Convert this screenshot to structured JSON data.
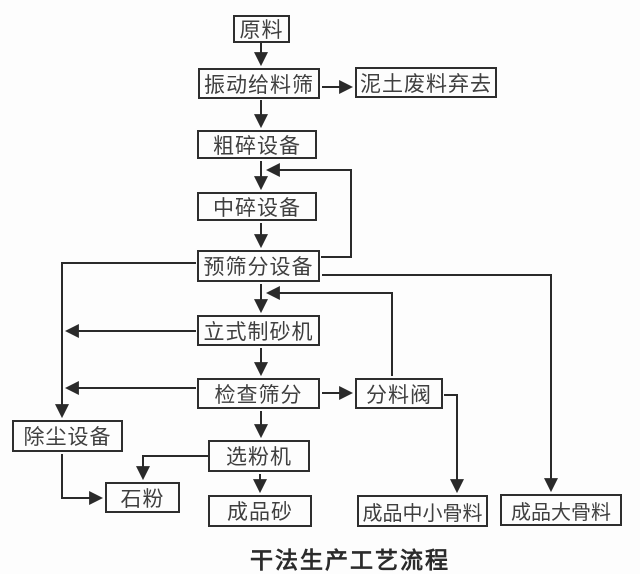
{
  "diagram": {
    "caption": "干法生产工艺流程",
    "line_color": "#2a2a2a",
    "box_border_color": "#2e2e2e",
    "background_color": "#fdfdfd",
    "nodes": {
      "raw-material": {
        "label": "原料"
      },
      "vibrating-feeder-screen": {
        "label": "振动给料筛"
      },
      "waste-soil-discard": {
        "label": "泥土废料弃去"
      },
      "coarse-crusher": {
        "label": "粗碎设备"
      },
      "medium-crusher": {
        "label": "中碎设备"
      },
      "pre-screening": {
        "label": "预筛分设备"
      },
      "vertical-sand-maker": {
        "label": "立式制砂机"
      },
      "check-screening": {
        "label": "检查筛分"
      },
      "splitter-valve": {
        "label": "分料阀"
      },
      "dust-collector": {
        "label": "除尘设备"
      },
      "powder-separator": {
        "label": "选粉机"
      },
      "stone-powder": {
        "label": "石粉"
      },
      "finished-sand": {
        "label": "成品砂"
      },
      "finished-mid-small-aggregate": {
        "label": "成品中小骨料"
      },
      "finished-large-aggregate": {
        "label": "成品大骨料"
      }
    },
    "edges": [
      {
        "from": "raw-material",
        "to": "vibrating-feeder-screen"
      },
      {
        "from": "vibrating-feeder-screen",
        "to": "waste-soil-discard"
      },
      {
        "from": "vibrating-feeder-screen",
        "to": "coarse-crusher"
      },
      {
        "from": "coarse-crusher",
        "to": "medium-crusher"
      },
      {
        "from": "medium-crusher",
        "to": "pre-screening"
      },
      {
        "from": "pre-screening",
        "to": "medium-crusher"
      },
      {
        "from": "pre-screening",
        "to": "vertical-sand-maker"
      },
      {
        "from": "pre-screening",
        "to": "dust-collector"
      },
      {
        "from": "pre-screening",
        "to": "finished-large-aggregate"
      },
      {
        "from": "vertical-sand-maker",
        "to": "check-screening"
      },
      {
        "from": "vertical-sand-maker",
        "to": "dust-collector"
      },
      {
        "from": "check-screening",
        "to": "splitter-valve"
      },
      {
        "from": "check-screening",
        "to": "dust-collector"
      },
      {
        "from": "check-screening",
        "to": "powder-separator"
      },
      {
        "from": "splitter-valve",
        "to": "vertical-sand-maker"
      },
      {
        "from": "splitter-valve",
        "to": "finished-mid-small-aggregate"
      },
      {
        "from": "dust-collector",
        "to": "stone-powder"
      },
      {
        "from": "powder-separator",
        "to": "stone-powder"
      },
      {
        "from": "powder-separator",
        "to": "finished-sand"
      }
    ]
  }
}
